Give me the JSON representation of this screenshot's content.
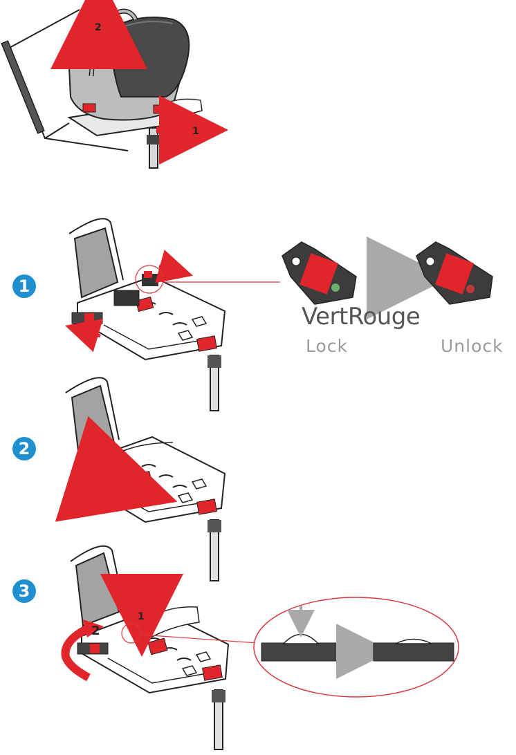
{
  "steps": [
    {
      "badge": "1"
    },
    {
      "badge": "2"
    },
    {
      "badge": "3"
    }
  ],
  "callout": {
    "colors_text": "VertRouge",
    "lock_label": "Lock",
    "unlock_label": "Unlock"
  },
  "top_arrows": {
    "up_number": "2",
    "right_number": "1"
  },
  "step3": {
    "rotate_number": "2",
    "press_number": "1"
  },
  "colors": {
    "red": "#e0252b",
    "grey_dark": "#3c3c3c",
    "grey_panel": "#9a9a9a",
    "badge_blue": "#1f8fd0",
    "callout_line": "#d9383d"
  }
}
